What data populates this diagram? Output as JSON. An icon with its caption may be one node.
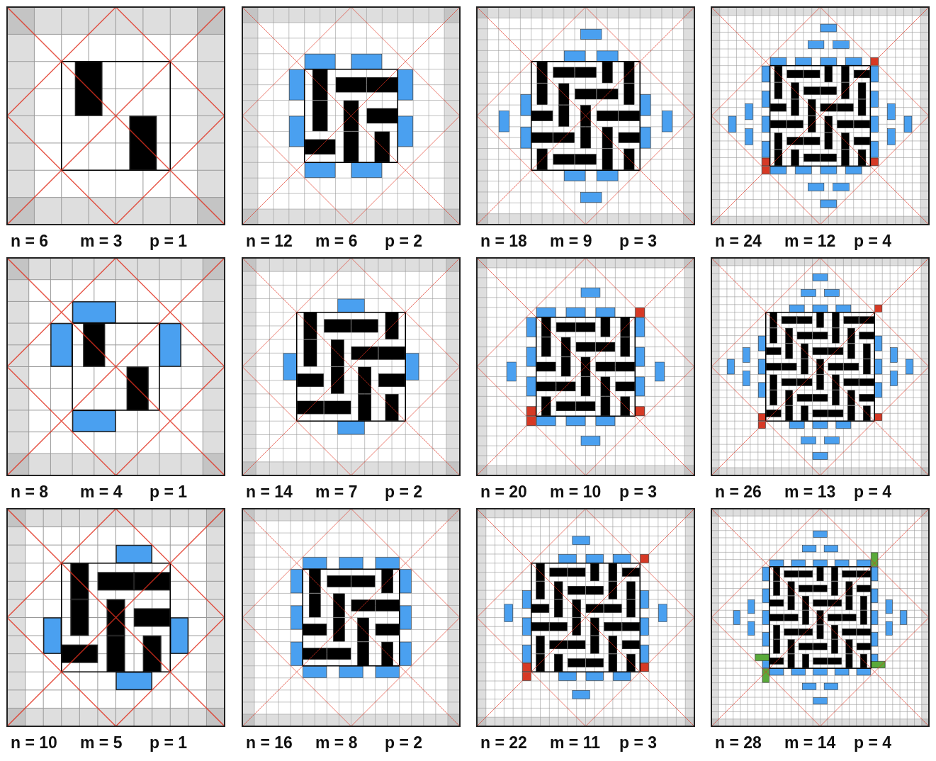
{
  "diagram": {
    "labels": [
      "n = 6",
      "m = 3",
      "p = 1",
      "n = 12",
      "m = 6",
      "p = 2",
      "n = 18",
      "m = 9",
      "p = 3",
      "n = 24",
      "m = 12",
      "p = 4",
      "n = 8",
      "m = 4",
      "p = 1",
      "n = 14",
      "m = 7",
      "p = 2",
      "n = 20",
      "m = 10",
      "p = 3",
      "n = 26",
      "m = 13",
      "p = 4",
      "n = 10",
      "m = 5",
      "p = 1",
      "n = 16",
      "m = 8",
      "p = 2",
      "n = 22",
      "m = 11",
      "p = 3",
      "n = 28",
      "m = 14",
      "p = 4"
    ]
  }
}
